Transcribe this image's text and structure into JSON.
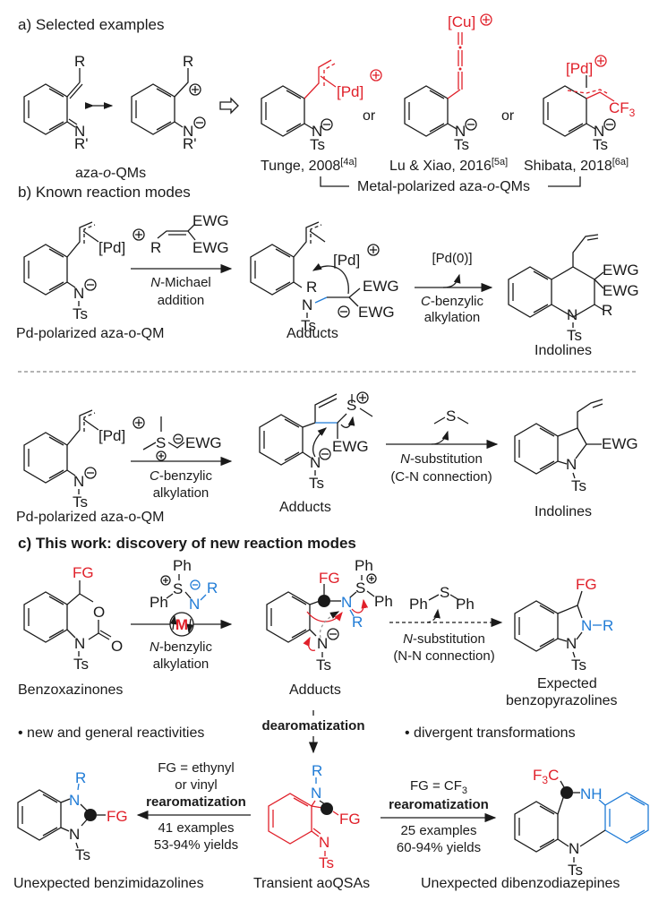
{
  "sections": {
    "a": {
      "heading": "a) Selected examples",
      "compound_label": "aza-o-QMs",
      "examples": [
        {
          "author": "Tunge, 2008",
          "ref": "[4a]",
          "metal": "[Pd]"
        },
        {
          "author": "Lu & Xiao, 2016",
          "ref": "[5a]",
          "metal": "[Cu]"
        },
        {
          "author": "Shibata, 2018",
          "ref": "[6a]",
          "metal": "[Pd]",
          "group": "CF3"
        }
      ],
      "or_label": "or",
      "bracket_label": "Metal-polarized aza-o-QMs"
    },
    "b": {
      "heading": "b) Known reaction modes",
      "row1": {
        "start_label": "Pd-polarized aza-o-QM",
        "arrow1_top": "EWG",
        "arrow1_label_italic": "N",
        "arrow1_label": "-Michael",
        "arrow1_label2": "addition",
        "mid_label": "Adducts",
        "arrow2_top": "[Pd(0)]",
        "arrow2_label_italic": "C",
        "arrow2_label": "-benzylic",
        "arrow2_label2": "alkylation",
        "end_label": "Indolines"
      },
      "row2": {
        "start_label": "Pd-polarized aza-o-QM",
        "arrow1_label_italic": "C",
        "arrow1_label": "-benzylic",
        "arrow1_label2": "alkylation",
        "mid_label": "Adducts",
        "arrow2_label_italic": "N",
        "arrow2_label": "-substitution",
        "arrow2_label2": "(C-N connection)",
        "end_label": "Indolines"
      }
    },
    "c": {
      "heading": "c) This work: discovery of new reaction modes",
      "start_label": "Benzoxazinones",
      "arrow1_label_italic": "N",
      "arrow1_label": "-benzylic",
      "arrow1_label2": "alkylation",
      "metal": "M",
      "mid_label": "Adducts",
      "arrow2_label_italic": "N",
      "arrow2_label": "-substitution",
      "arrow2_label2": "(N-N connection)",
      "expected_label1": "Expected",
      "expected_label2": "benzopyrazolines",
      "dearomatization": "dearomatization",
      "bullet_left": "• new and general reactivities",
      "bullet_right": "• divergent transformations",
      "left_branch": {
        "condition1": "FG = ethynyl",
        "condition2": "or vinyl",
        "process": "rearomatization",
        "examples": "41 examples",
        "yields": "53-94% yields",
        "product_label": "Unexpected benzimidazolines"
      },
      "center_label": "Transient aoQSAs",
      "right_branch": {
        "condition": "FG = CF",
        "condition_sub": "3",
        "process": "rearomatization",
        "examples": "25 examples",
        "yields": "60-94% yields",
        "product_label": "Unexpected dibenzodiazepines"
      }
    }
  },
  "atoms": {
    "R": "R",
    "Rp": "R'",
    "N": "N",
    "Ts": "Ts",
    "FG": "FG",
    "EWG": "EWG",
    "Pd": "[Pd]",
    "Cu": "[Cu]",
    "CF3": "CF",
    "S": "S",
    "Ph": "Ph",
    "O": "O",
    "NH": "NH",
    "F3C": "F",
    "C": "C",
    "three": "3"
  },
  "colors": {
    "red": "#e0202a",
    "blue": "#1f7bd6",
    "ink": "#1a1a1a"
  }
}
